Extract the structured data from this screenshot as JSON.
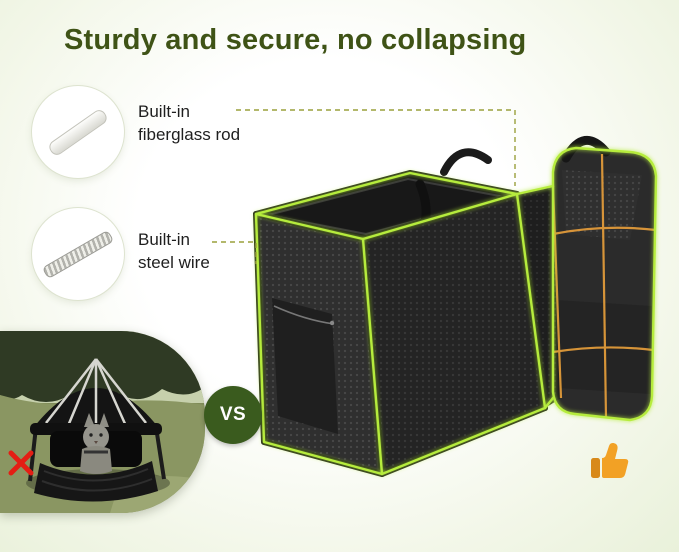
{
  "title": "Sturdy and secure, no collapsing",
  "callouts": [
    {
      "icon": "fiberglass-rod-icon",
      "line1": "Built-in",
      "line2": "fiberglass rod"
    },
    {
      "icon": "steel-wire-icon",
      "line1": "Built-in",
      "line2": "steel wire"
    }
  ],
  "comparison": {
    "vs_label": "VS",
    "bad_icon": "x-mark-icon",
    "good_icon": "thumbs-up-icon"
  },
  "illustration": {
    "subject": "expandable-pet-carrier-backpack",
    "frame_highlight": "fiberglass rod frame (green)",
    "wire_highlight": "steel wire frame (orange)"
  },
  "theme": {
    "title_color": "#3f5316",
    "leader_color": "#9aa03c",
    "frame_green": "#b6ec3e",
    "wire_orange": "#e09a3a",
    "badge_bg": "#3a5b1e",
    "x_color": "#e41e14",
    "thumb_color": "#f2a125",
    "background_tint": "#e9f1da"
  }
}
